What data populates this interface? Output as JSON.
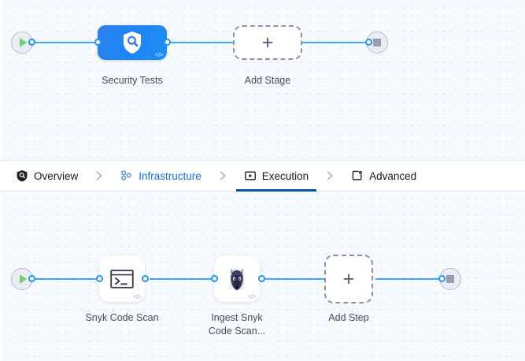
{
  "tabbar": {
    "separator_icon": "chevron-right-icon",
    "tabs": [
      {
        "label": "Overview",
        "icon": "shield-search-icon",
        "state": "normal"
      },
      {
        "label": "Infrastructure",
        "icon": "hexagon-cluster-icon",
        "state": "link"
      },
      {
        "label": "Execution",
        "icon": "play-box-icon",
        "state": "active"
      },
      {
        "label": "Advanced",
        "icon": "card-gear-icon",
        "state": "normal"
      }
    ],
    "active_underline_color": "#0d4ea6",
    "link_color": "#0b6fdc"
  },
  "stage_canvas": {
    "start_node": {
      "icon": "play-icon",
      "color": "#6fcf7a"
    },
    "end_node": {
      "icon": "stop-icon",
      "color": "#9a9cb0"
    },
    "nodes": [
      {
        "label": "Security Tests",
        "icon": "shield-magnifier-icon",
        "badge": "</>",
        "type": "stage",
        "accent": "#2e7ef0"
      },
      {
        "label": "Add Stage",
        "icon": "plus-icon",
        "type": "add"
      }
    ]
  },
  "step_canvas": {
    "start_node": {
      "icon": "play-icon",
      "color": "#6fcf7a"
    },
    "end_node": {
      "icon": "stop-icon",
      "color": "#9a9cb0"
    },
    "nodes": [
      {
        "label": "Snyk Code Scan",
        "icon": "terminal-icon",
        "badge": "</>",
        "type": "step"
      },
      {
        "label": "Ingest Snyk\nCode Scan...",
        "icon": "snyk-doberman-icon",
        "badge": "</>",
        "type": "step"
      },
      {
        "label": "Add Step",
        "icon": "plus-icon",
        "type": "add"
      }
    ]
  },
  "canvas": {
    "background_color": "#f7fafd",
    "grid_dot_color": "#dfe6ef",
    "edge_color": "#42a5f5",
    "port_color": "#2196f3"
  }
}
